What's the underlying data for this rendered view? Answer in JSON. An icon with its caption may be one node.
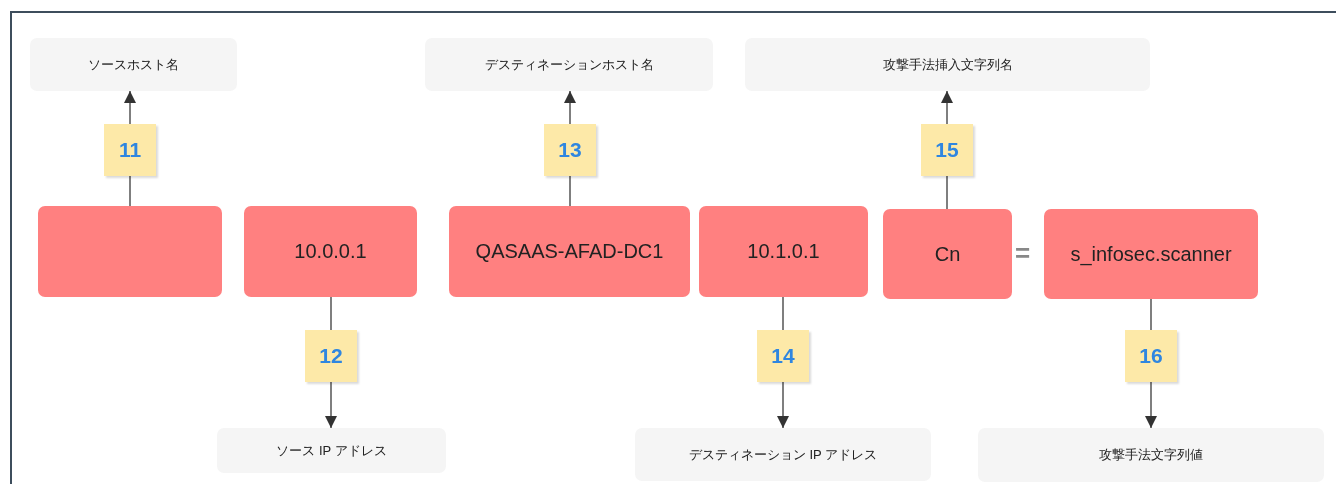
{
  "diagram": {
    "nodes": [
      {
        "text": [
          "ソースホスト名"
        ]
      },
      {
        "text": [
          "デスティネーションホスト名"
        ]
      },
      {
        "text": [
          "攻撃手法挿入文字列名"
        ]
      },
      {
        "text": [],
        "shape": "box"
      },
      {
        "text": [
          "10.0.0.1"
        ]
      },
      {
        "text": [
          "QASAAS-AFAD-DC1"
        ]
      },
      {
        "text": [
          "10.1.0.1"
        ]
      },
      {
        "text": [
          "Cn"
        ]
      },
      {
        "text": [
          "s_infosec.scanner"
        ]
      },
      {
        "text": [
          "ソース IP アドレス"
        ]
      },
      {
        "text": [
          "デスティネーション IP アドレス"
        ]
      },
      {
        "text": [
          "攻撃手法文字列値"
        ]
      }
    ],
    "edges": [
      {
        "from": 3,
        "to": 0,
        "arrow": "to",
        "label": "11"
      },
      {
        "from": 4,
        "to": 9,
        "arrow": "to",
        "label": "12"
      },
      {
        "from": 5,
        "to": 1,
        "arrow": "to",
        "label": "13"
      },
      {
        "from": 6,
        "to": 10,
        "arrow": "to",
        "label": "14"
      },
      {
        "from": 7,
        "to": 2,
        "arrow": "to",
        "label": "15"
      },
      {
        "from": 8,
        "to": 11,
        "arrow": "to",
        "label": "16"
      }
    ],
    "labels": [
      "="
    ]
  }
}
